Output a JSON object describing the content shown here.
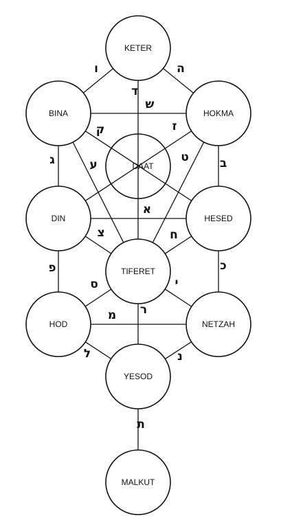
{
  "diagram": {
    "sefirot": {
      "keter": "KETER",
      "bina": "BINA",
      "hokma": "HOKMA",
      "daat": "DAAT",
      "din": "DIN",
      "hesed": "HESED",
      "tiferet": "TIFERET",
      "hod": "HOD",
      "netzah": "NETZAH",
      "yesod": "YESOD",
      "malkut": "MALKUT"
    },
    "letters": {
      "keter_bina": "ו",
      "keter_hokma": "ה",
      "keter_tiferet": "ד",
      "bina_hokma": "ש",
      "bina_daat": "ק",
      "hokma_daat": "ז",
      "bina_din": "ג",
      "bina_tiferet": "ע",
      "hokma_tiferet": "ט",
      "hokma_hesed": "ב",
      "din_hesed": "א",
      "din_tiferet": "צ",
      "hesed_tiferet": "ח",
      "din_hod": "פ",
      "hesed_netzah": "כ",
      "tiferet_hod": "ס",
      "tiferet_netzah": "י",
      "tiferet_yesod": "ר",
      "hod_netzah": "מ",
      "hod_yesod": "ל",
      "netzah_yesod": "נ",
      "yesod_malkut": "ת"
    }
  }
}
